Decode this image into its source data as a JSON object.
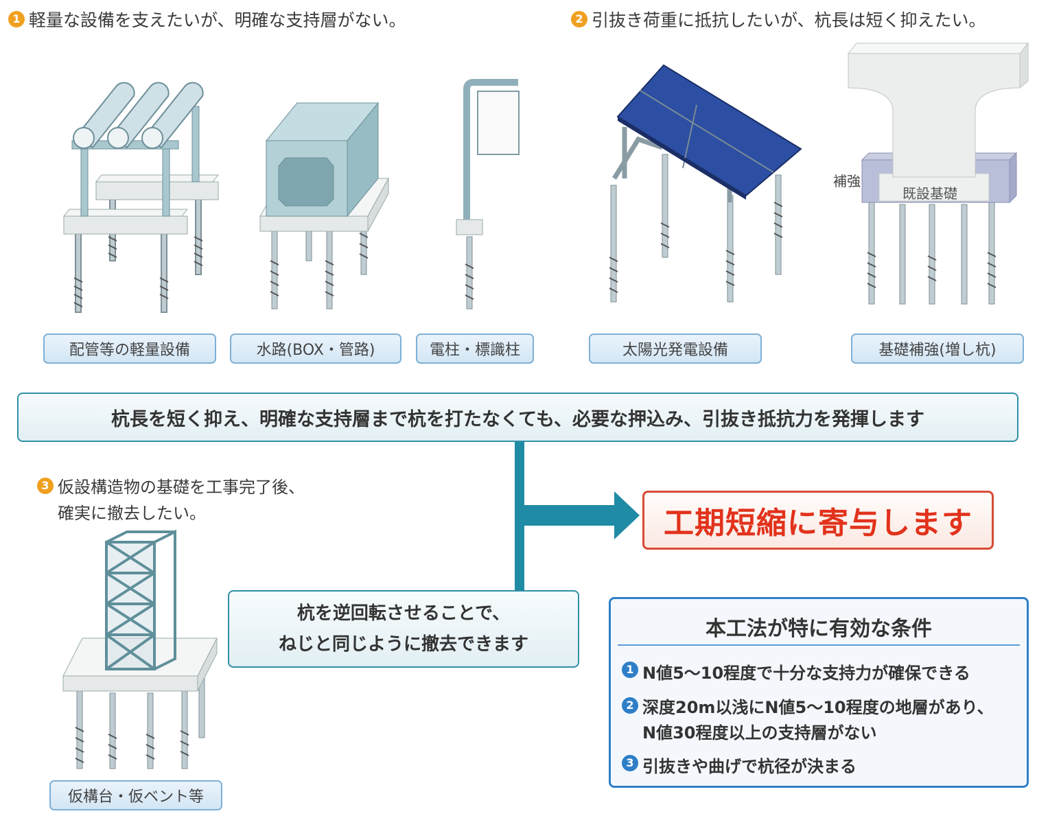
{
  "section1": {
    "number": "1",
    "title": "軽量な設備を支えたいが、明確な支持層がない。"
  },
  "section2": {
    "number": "2",
    "title": "引抜き荷重に抵抗したいが、杭長は短く抑えたい。"
  },
  "section3": {
    "number": "3",
    "line1": "仮設構造物の基礎を工事完了後、",
    "line2": "確実に撤去したい。"
  },
  "labels": {
    "piping": "配管等の軽量設備",
    "waterway": "水路(BOX・管路)",
    "pole": "電柱・標識柱",
    "solar": "太陽光発電設備",
    "foundation": "基礎補強(増し杭)",
    "temporary": "仮構台・仮ベント等"
  },
  "foundation_annotations": {
    "reinforce": "補強",
    "existing": "既設基礎"
  },
  "main_message": "杭長を短く抑え、明確な支持層まで杭を打たなくても、必要な押込み、引抜き抵抗力を発揮します",
  "removal_message": {
    "line1": "杭を逆回転させることで、",
    "line2": "ねじと同じように撤去できます"
  },
  "result": "工期短縮に寄与します",
  "conditions": {
    "title": "本工法が特に有効な条件",
    "items": [
      {
        "number": "1",
        "text": "N値5〜10程度で十分な支持力が確保できる"
      },
      {
        "number": "2",
        "text": "深度20m以浅にN値5〜10程度の地層があり、",
        "text2": "N値30程度以上の支持層がない"
      },
      {
        "number": "3",
        "text": "引抜きや曲げで杭径が決まる"
      }
    ]
  },
  "colors": {
    "accent": "#2f8fa6",
    "result_red": "#e2321c",
    "steel": "#a9c7cf",
    "concrete": "#eceeee",
    "solar": "#2c4fa3"
  }
}
